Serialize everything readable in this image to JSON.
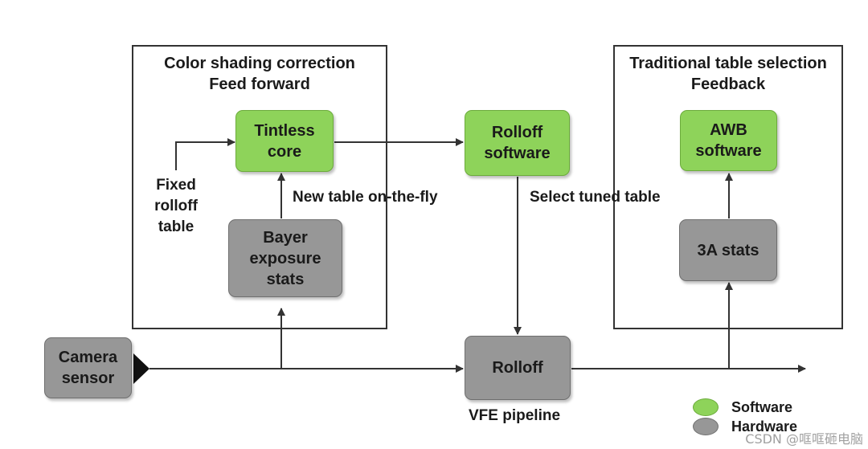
{
  "frames": {
    "feed_forward": {
      "title": "Color shading correction\nFeed forward"
    },
    "feedback": {
      "title": "Traditional table selection\nFeedback"
    }
  },
  "nodes": {
    "tintless_core": "Tintless\ncore",
    "bayer_stats": "Bayer\nexposure\nstats",
    "rolloff_software": "Rolloff\nsoftware",
    "awb_software": "AWB\nsoftware",
    "stats_3a": "3A stats",
    "camera_sensor": "Camera\nsensor",
    "rolloff": "Rolloff"
  },
  "labels": {
    "fixed_rolloff_table": "Fixed\nrolloff\ntable",
    "new_table": "New table on-the-fly",
    "select_tuned_table": "Select tuned table",
    "vfe_pipeline": "VFE pipeline"
  },
  "legend": {
    "software": "Software",
    "hardware": "Hardware"
  },
  "colors": {
    "software": "#8ed35a",
    "hardware": "#979797",
    "line": "#333333"
  },
  "watermark": "CSDN @哐哐砸电脑"
}
